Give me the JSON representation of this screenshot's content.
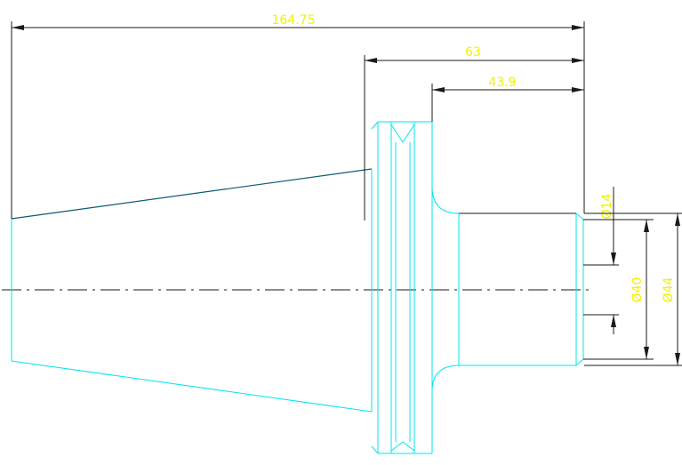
{
  "dimensions": {
    "overall_length": "164.75",
    "length_63": "63",
    "length_43_9": "43.9",
    "dia_14": "Ø14",
    "dia_40": "Ø40",
    "dia_44": "Ø44"
  },
  "colors": {
    "background": "#ffffff",
    "profile_visible": "#00e5ee",
    "taper_edge": "#0d5b73",
    "dimension_lines": "#1a1a1a",
    "dimension_text": "#f2f200"
  }
}
